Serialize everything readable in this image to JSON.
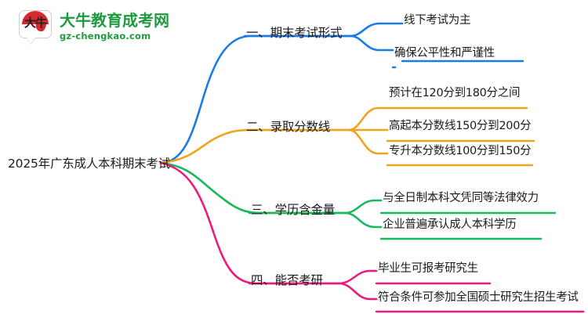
{
  "logo": {
    "mark_text": "大牛",
    "title": "大牛教育成考网",
    "subtitle": "gz-chengkao.com",
    "brand_green": "#1f9b3f",
    "brand_red": "#d7282f"
  },
  "mindmap": {
    "root": {
      "label": "2025年广东成人本科期末考试"
    },
    "branches": [
      {
        "label": "一、期末考试形式",
        "color": "#1a7ae8",
        "leaves": [
          {
            "label": "线下考试为主"
          },
          {
            "label": "确保公平性和严谨性"
          }
        ]
      },
      {
        "label": "二、录取分数线",
        "color": "#f0a31c",
        "leaves": [
          {
            "label": "预计在120分到180分之间"
          },
          {
            "label": "高起本分数线150分到200分"
          },
          {
            "label": "专升本分数线100分到150分"
          }
        ]
      },
      {
        "label": "三、学历含金量",
        "color": "#15b95c",
        "leaves": [
          {
            "label": "与全日制本科文凭同等法律效力"
          },
          {
            "label": "企业普遍承认成人本科学历"
          }
        ]
      },
      {
        "label": "四、能否考研",
        "color": "#ed1a7d",
        "leaves": [
          {
            "label": "毕业生可报考研究生"
          },
          {
            "label": "符合条件可参加全国硕士研究生招生考试"
          }
        ]
      }
    ]
  }
}
